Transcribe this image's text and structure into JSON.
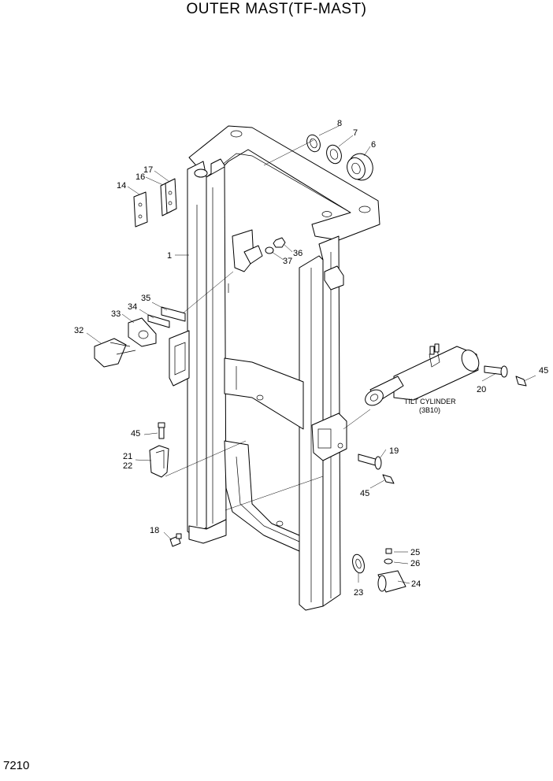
{
  "title": "OUTER MAST(TF-MAST)",
  "page_number": "7210",
  "callouts": {
    "c1": "1",
    "c6": "6",
    "c7": "7",
    "c8": "8",
    "c14": "14",
    "c16": "16",
    "c17": "17",
    "c18": "18",
    "c19": "19",
    "c20": "20",
    "c21": "21",
    "c22": "22",
    "c23": "23",
    "c24": "24",
    "c25": "25",
    "c26": "26",
    "c32": "32",
    "c33": "33",
    "c34": "34",
    "c35": "35",
    "c36": "36",
    "c37": "37",
    "c45a": "45",
    "c45b": "45",
    "c45c": "45"
  },
  "tilt_cylinder": {
    "name": "TILT CYLINDER",
    "ref": "(3B10)"
  }
}
